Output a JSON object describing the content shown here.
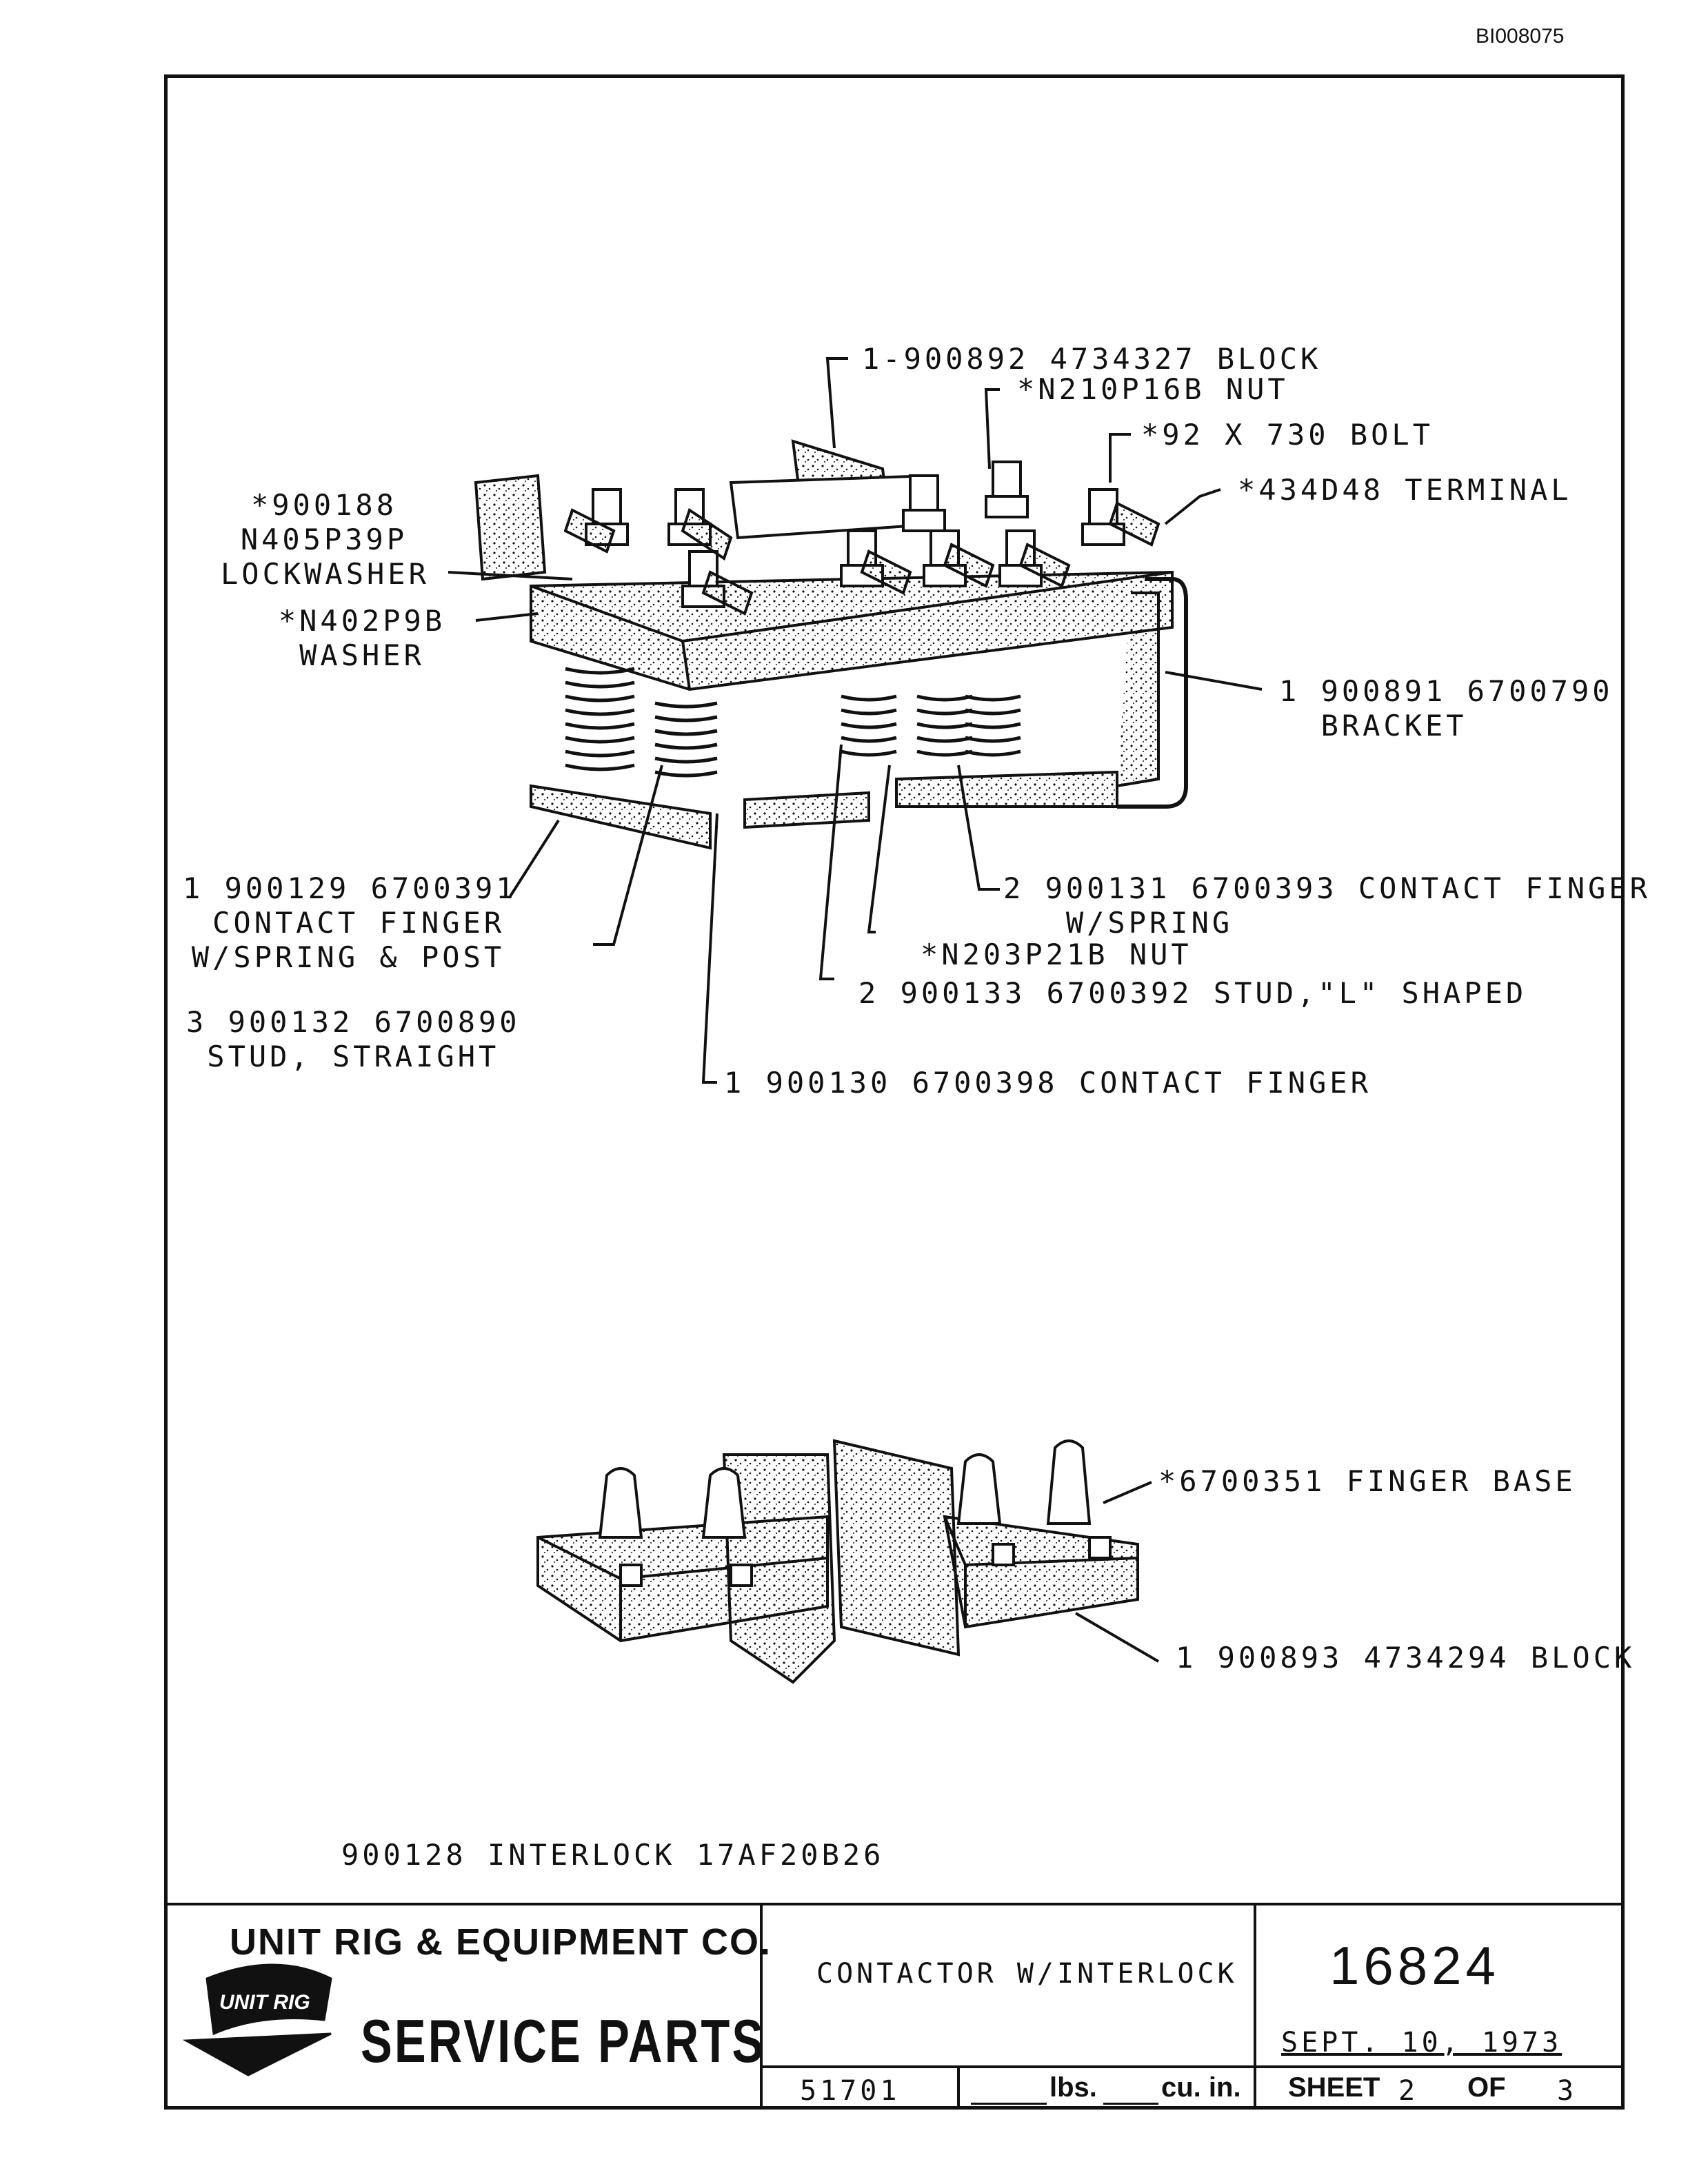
{
  "document_id": "BI008075",
  "callouts": {
    "block_top": "1-900892 4734327 BLOCK",
    "nut_top": "*N210P16B NUT",
    "bolt": "*92 X 730 BOLT",
    "terminal": "*434D48 TERMINAL",
    "lockwasher": "*900188\nN405P39P\nLOCKWASHER",
    "washer": "*N402P9B\nWASHER",
    "bracket": "1 900891 6700790\n  BRACKET",
    "contact_finger_spring_post": "1 900129 6700391\n CONTACT FINGER\nW/SPRING & POST",
    "stud_straight": "3 900132 6700890\n STUD, STRAIGHT",
    "contact_finger_spring": "2 900131 6700393 CONTACT FINGER\n   W/SPRING",
    "nut_bottom": "*N203P21B NUT",
    "stud_l": "2 900133 6700392 STUD,\"L\" SHAPED",
    "contact_finger": "1 900130 6700398 CONTACT FINGER",
    "finger_base": "*6700351 FINGER BASE",
    "block_bottom": "1 900893 4734294 BLOCK",
    "interlock": "900128 INTERLOCK 17AF20B26"
  },
  "title_block": {
    "company": "UNIT RIG & EQUIPMENT CO.",
    "logo_text": "UNIT RIG",
    "service_parts": "SERVICE PARTS",
    "title": "CONTACTOR W/INTERLOCK",
    "part_number": "16824",
    "date": "SEPT. 10, 1973",
    "code": "51701",
    "lbs_label": "lbs.",
    "cuin_label": "cu. in.",
    "sheet_label": "SHEET",
    "sheet_num": "2",
    "of_label": "OF",
    "sheet_total": "3"
  }
}
